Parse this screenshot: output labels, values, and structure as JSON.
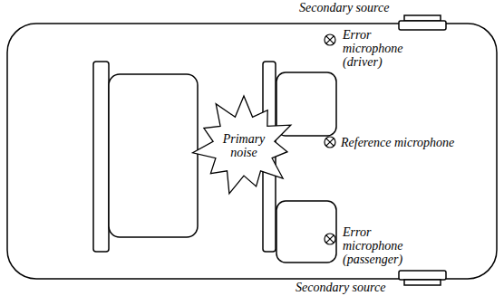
{
  "diagram": {
    "nodes": [
      {
        "text": [
          "Primary noise"
        ]
      }
    ],
    "labels": [
      "Secondary source",
      "Error microphone (driver)",
      "Reference microphone",
      "Error microphone (passenger)",
      "Secondary source"
    ]
  }
}
